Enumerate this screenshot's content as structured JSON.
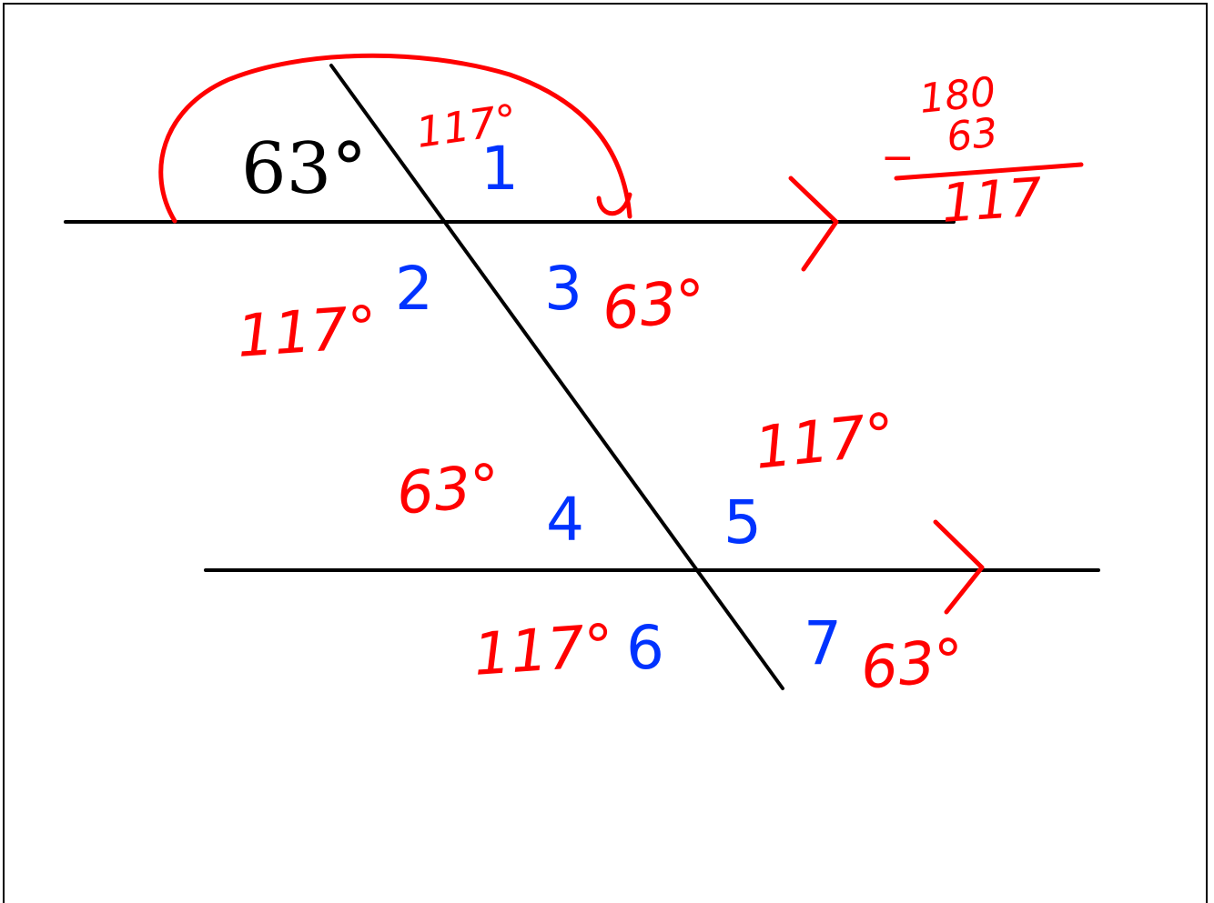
{
  "diagram": {
    "given_angle": "63°",
    "angle_numbers": [
      "1",
      "2",
      "3",
      "4",
      "5",
      "6",
      "7"
    ],
    "annotations": {
      "a1": "117°",
      "a2": "117°",
      "a3": "63°",
      "a4": "63°",
      "a5": "117°",
      "a6": "117°",
      "a7": "63°"
    },
    "subtraction": {
      "minuend": "180",
      "subtrahend": "63",
      "operator": "−",
      "result": "117"
    }
  },
  "colors": {
    "ink": "#000000",
    "number": "#0033ff",
    "annotation": "#ff0000"
  }
}
